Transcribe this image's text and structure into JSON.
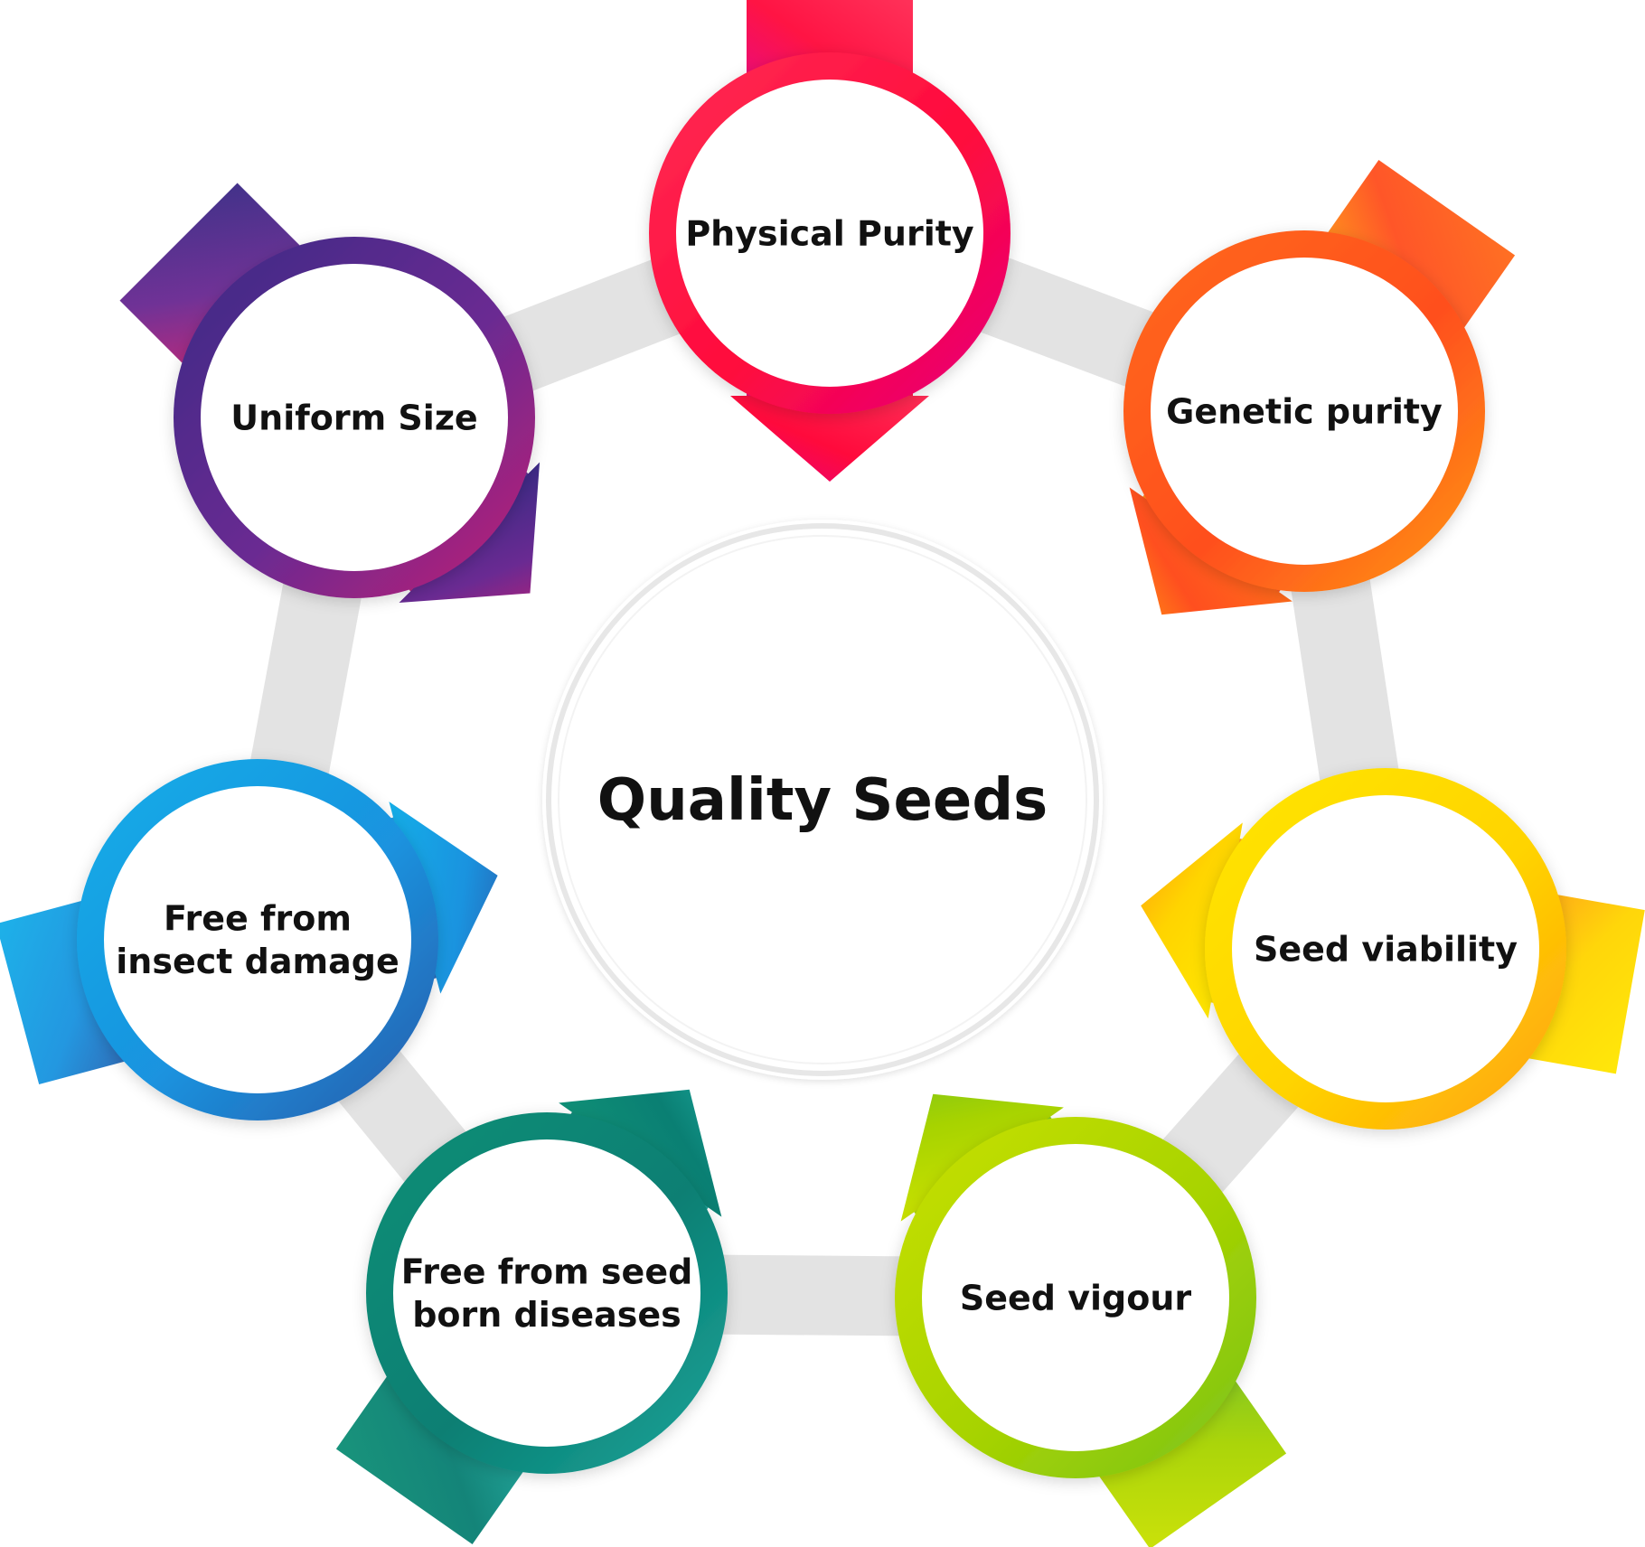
{
  "center": {
    "label": "Quality Seeds"
  },
  "nodes": [
    {
      "id": "physical-purity",
      "lines": [
        "Physical Purity"
      ],
      "colors": [
        "#ff2d55",
        "#ff0a3c",
        "#e5007d"
      ]
    },
    {
      "id": "genetic-purity",
      "lines": [
        "Genetic purity"
      ],
      "colors": [
        "#ff6a1a",
        "#ff4f1f",
        "#ff9a12"
      ]
    },
    {
      "id": "seed-viability",
      "lines": [
        "Seed viability"
      ],
      "colors": [
        "#ffe600",
        "#ffd400",
        "#ff9f0f"
      ]
    },
    {
      "id": "seed-vigour",
      "lines": [
        "Seed vigour"
      ],
      "colors": [
        "#c8e000",
        "#a7d300",
        "#78c21c"
      ]
    },
    {
      "id": "free-from-seed-born-diseases",
      "lines": [
        "Free from seed",
        "born diseases"
      ],
      "colors": [
        "#0f8f76",
        "#0a7f73",
        "#1aa59b"
      ]
    },
    {
      "id": "free-from-insect-damage",
      "lines": [
        "Free from",
        "insect damage"
      ],
      "colors": [
        "#14aee8",
        "#1a93df",
        "#2a5aa9"
      ]
    },
    {
      "id": "uniform-size",
      "lines": [
        "Uniform Size"
      ],
      "colors": [
        "#3b2a85",
        "#6a2a92",
        "#c21f73"
      ]
    }
  ]
}
